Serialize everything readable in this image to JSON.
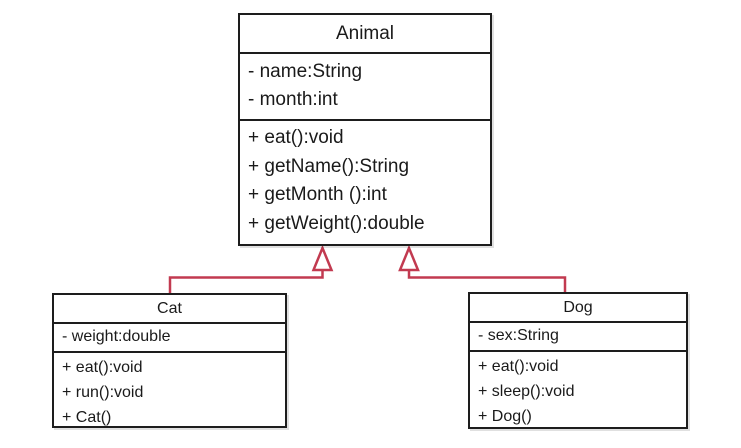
{
  "diagram": {
    "type": "uml-class-diagram",
    "classes": [
      {
        "name": "Animal",
        "attributes": [
          "- name:String",
          "- month:int"
        ],
        "methods": [
          "+ eat():void",
          "+ getName():String",
          "+ getMonth ():int",
          "+ getWeight():double"
        ]
      },
      {
        "name": "Cat",
        "attributes": [
          "- weight:double"
        ],
        "methods": [
          "+ eat():void",
          "+ run():void",
          "+ Cat()"
        ]
      },
      {
        "name": "Dog",
        "attributes": [
          "- sex:String"
        ],
        "methods": [
          "+ eat():void",
          "+ sleep():void",
          "+ Dog()"
        ]
      }
    ],
    "relationships": [
      {
        "from": "Cat",
        "to": "Animal",
        "type": "generalization"
      },
      {
        "from": "Dog",
        "to": "Animal",
        "type": "generalization"
      }
    ],
    "colors": {
      "arrow": "#c23a50",
      "border": "#1d1d1d",
      "background": "#ffffff",
      "text": "#1a1a1a"
    }
  }
}
